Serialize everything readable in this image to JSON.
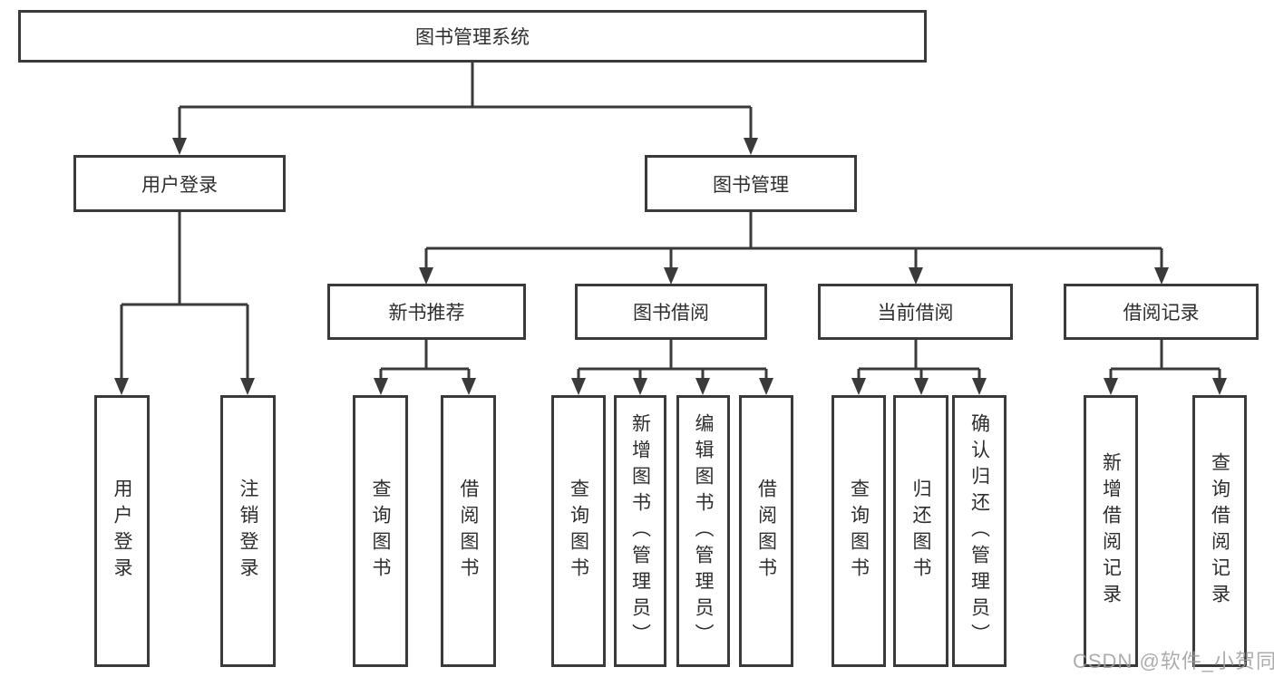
{
  "colors": {
    "line": "#3a3a3a",
    "text": "#2e2e2e",
    "box-bg": "#ffffff",
    "page-bg": "#ffffff",
    "watermark": "#9e9e9e"
  },
  "tree": {
    "root": {
      "label": "图书管理系统"
    },
    "level2": [
      {
        "label": "用户登录"
      },
      {
        "label": "图书管理"
      }
    ],
    "level3": [
      {
        "label": "新书推荐"
      },
      {
        "label": "图书借阅"
      },
      {
        "label": "当前借阅"
      },
      {
        "label": "借阅记录"
      }
    ],
    "leaves": {
      "user_login": [
        {
          "label": "用户登录"
        },
        {
          "label": "注销登录"
        }
      ],
      "new_books": [
        {
          "label": "查询图书"
        },
        {
          "label": "借阅图书"
        }
      ],
      "book_borrow": [
        {
          "label": "查询图书"
        },
        {
          "label": "新增图书（管理员）"
        },
        {
          "label": "编辑图书（管理员）"
        },
        {
          "label": "借阅图书"
        }
      ],
      "current_borrow": [
        {
          "label": "查询图书"
        },
        {
          "label": "归还图书"
        },
        {
          "label": "确认归还（管理员）"
        }
      ],
      "borrow_records": [
        {
          "label": "新增借阅记录"
        },
        {
          "label": "查询借阅记录"
        }
      ]
    }
  },
  "watermark": {
    "text": "CSDN @软件_小贺同学"
  }
}
